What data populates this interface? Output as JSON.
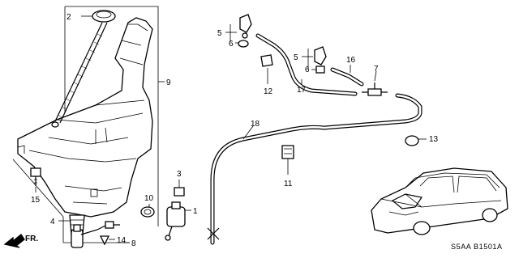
{
  "callouts": {
    "c1": "1",
    "c2": "2",
    "c3": "3",
    "c4": "4",
    "c5a": "5",
    "c5b": "5",
    "c6a": "6",
    "c6b": "6",
    "c7": "7",
    "c8": "8",
    "c9": "9",
    "c10": "10",
    "c11": "11",
    "c12": "12",
    "c13": "13",
    "c14": "14",
    "c15": "15",
    "c16": "16",
    "c17": "17",
    "c18": "18"
  },
  "direction_label": "FR.",
  "diagram_code": "S5AA B1501A"
}
